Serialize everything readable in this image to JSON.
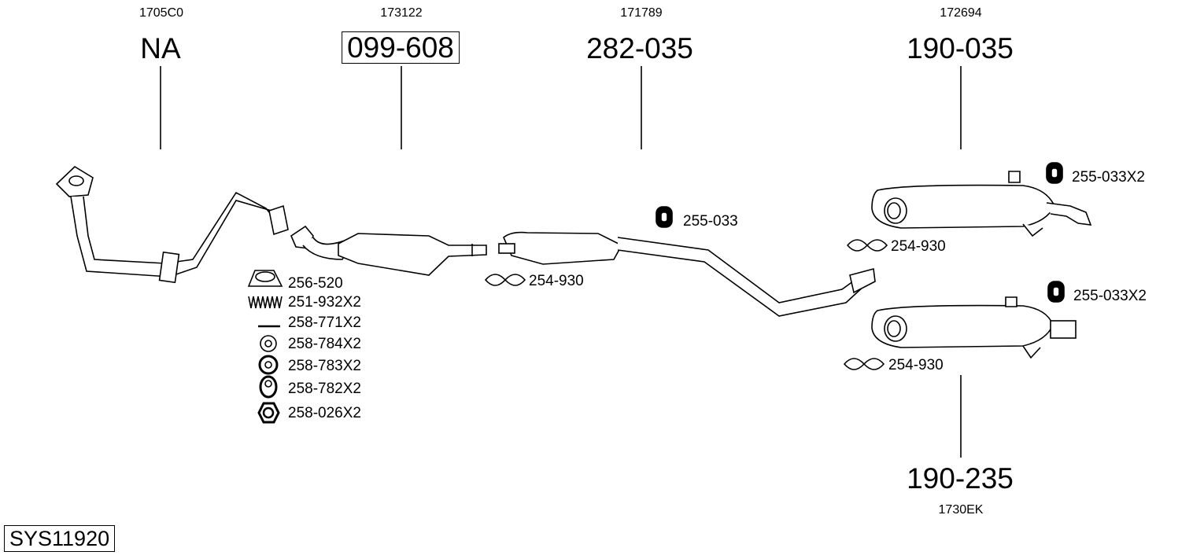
{
  "system_id": "SYS11920",
  "parts": [
    {
      "ref": "1705C0",
      "number": "NA"
    },
    {
      "ref": "173122",
      "number": "099-608",
      "boxed": true
    },
    {
      "ref": "171789",
      "number": "282-035"
    },
    {
      "ref": "172694",
      "number": "190-035"
    },
    {
      "ref": "1730EK",
      "number": "190-235"
    }
  ],
  "fittings": {
    "mount_mid": "255-033",
    "clamp_mid": "254-930",
    "mount_upper_rear": "255-033X2",
    "clamp_upper_rear": "254-930",
    "mount_lower_rear": "255-033X2",
    "clamp_lower_rear": "254-930"
  },
  "kit_list": [
    "256-520",
    "251-932X2",
    "258-771X2",
    "258-784X2",
    "258-783X2",
    "258-782X2",
    "258-026X2"
  ]
}
